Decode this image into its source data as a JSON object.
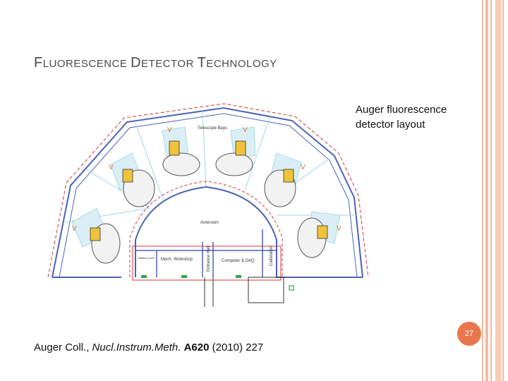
{
  "slide": {
    "title_parts": [
      "F",
      "LUORESCENCE ",
      "D",
      "ETECTOR ",
      "T",
      "ECHNOLOGY"
    ],
    "caption": "Auger fluorescence detector layout",
    "citation": {
      "authors": "Auger Coll., ",
      "journal": "Nucl.Instrum.Meth.",
      "volume": "A620",
      "rest": " (2010) 227"
    },
    "page_number": "27"
  },
  "diagram": {
    "labels": {
      "telescope_bays": "Telescope Bays",
      "anteroom": "Anteroom",
      "mech_workshop": "Mech. Workshop",
      "computer_daq": "Computer & DAQ",
      "entrance_hall": "Entrance Hall",
      "calibration": "Calibration",
      "small_room": "Battery room"
    }
  }
}
